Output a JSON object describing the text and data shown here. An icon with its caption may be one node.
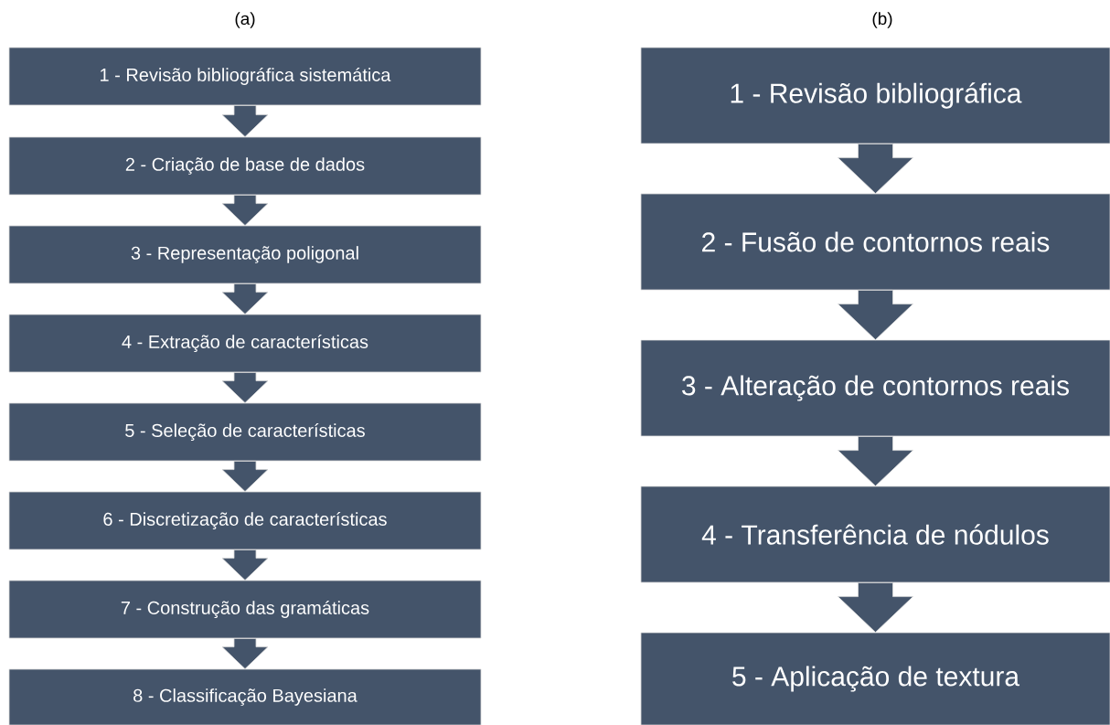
{
  "diagram": {
    "nodes": [
      {
        "text": [
          "1 - Revisão bibliográfica sistemática"
        ]
      },
      {
        "text": [
          "2 - Criação de base de dados"
        ]
      },
      {
        "text": [
          "3 - Representação poligonal"
        ]
      },
      {
        "text": [
          "4 - Extração de características"
        ]
      },
      {
        "text": [
          "5 - Seleção de características"
        ]
      },
      {
        "text": [
          "6 - Discretização de características"
        ]
      },
      {
        "text": [
          "7 - Construção das gramáticas"
        ]
      },
      {
        "text": [
          "8 - Classificação Bayesiana"
        ]
      },
      {
        "text": [
          "1 - Revisão bibliográfica"
        ]
      },
      {
        "text": [
          "2 - Fusão de contornos reais"
        ]
      },
      {
        "text": [
          "3 - Alteração de contornos reais"
        ]
      },
      {
        "text": [
          "4 - Transferência de nódulos"
        ]
      },
      {
        "text": [
          "5 - Aplicação de textura"
        ]
      }
    ],
    "edges": [
      {
        "from": 0,
        "to": 1,
        "arrow": "to"
      },
      {
        "from": 1,
        "to": 2,
        "arrow": "to"
      },
      {
        "from": 2,
        "to": 3,
        "arrow": "to"
      },
      {
        "from": 3,
        "to": 4,
        "arrow": "to"
      },
      {
        "from": 4,
        "to": 5,
        "arrow": "to"
      },
      {
        "from": 5,
        "to": 6,
        "arrow": "to"
      },
      {
        "from": 6,
        "to": 7,
        "arrow": "to"
      },
      {
        "from": 8,
        "to": 9,
        "arrow": "to"
      },
      {
        "from": 9,
        "to": 10,
        "arrow": "to"
      },
      {
        "from": 10,
        "to": 11,
        "arrow": "to"
      },
      {
        "from": 11,
        "to": 12,
        "arrow": "to"
      }
    ],
    "labels": [
      "(a)",
      "(b)"
    ]
  }
}
